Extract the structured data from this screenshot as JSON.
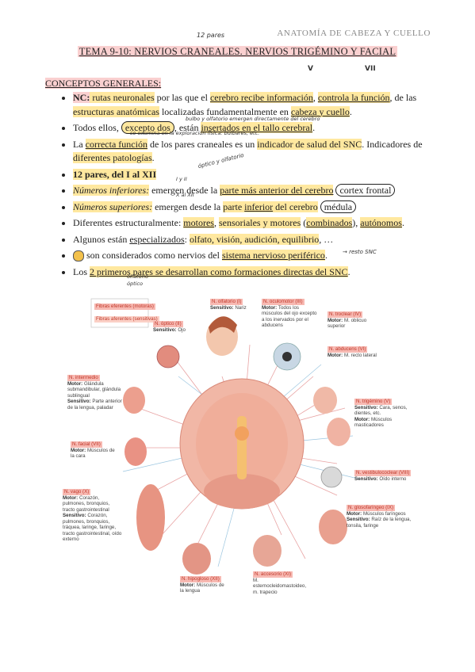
{
  "header": "ANATOMÍA DE CABEZA Y CUELLO",
  "title": "TEMA 9-10: NERVIOS CRANEALES. NERVIOS TRIGÉMINO Y FACIAL",
  "hw_pares": "12 pares",
  "roman_v": "V",
  "roman_vii": "VII",
  "section": "CONCEPTOS GENERALES:",
  "b1": {
    "nc": "NC:",
    "a": " rutas neuronales",
    "b": " por las que el ",
    "c": "cerebro recibe información",
    "d": ", ",
    "e": "controla la función",
    "f": ", de las ",
    "g": "estructuras anatómicas",
    "h": " localizadas fundamentalmente en ",
    "i": "cabeza y cuello",
    "j": "."
  },
  "hw1": "bulbo y olfatorio emergen directamente del cerebro",
  "b2": {
    "a": "Todos ellos, ",
    "b": "excepto dos",
    "c": ", están ",
    "d": "insertados en el tallo cerebral",
    "e": "."
  },
  "hw2": "se examina en la exploración física: bulbares, etc.",
  "b3": {
    "a": "La ",
    "b": "correcta función",
    "c": " de los pares craneales es un ",
    "d": "indicador de salud del SNC",
    "e": ". Indicadores de ",
    "f": "diferentes patologías",
    "g": "."
  },
  "b4": "12 pares, del I al XII",
  "hw4": "óptico y olfatorio",
  "hw4b": "I y II",
  "b5": {
    "a": "Números inferiores:",
    "b": " emergen desde la ",
    "c": "parte más anterior del cerebro",
    "d": "cortex frontal"
  },
  "hw5": "X al XII",
  "b6": {
    "a": "Números superiores:",
    "b": " emergen desde la ",
    "c": "parte ",
    "d": "inferior",
    "e": " del cerebro",
    "f": "médula"
  },
  "b7": {
    "a": "Diferentes estructuralmente: ",
    "b": "motores",
    "c": ", ",
    "d": "sensoriales y motores",
    "e": " (",
    "f": "combinados",
    "g": "), ",
    "h": "autónomos",
    "i": "."
  },
  "b8": {
    "a": "Algunos están ",
    "b": "especializados",
    "c": ": ",
    "d": "olfato, visión, audición, equilibrio",
    "e": ", …"
  },
  "b9": {
    "a": " son considerados como nervios del ",
    "b": "sistema nervioso periférico",
    "c": "."
  },
  "hw9": "resto SNC",
  "b10": {
    "a": "Los ",
    "b": "2 primeros pares se desarrollan como formaciones directas del SNC",
    "c": "."
  },
  "hw10": "olfatorio óptico",
  "diagram": {
    "legend1": "Fibras eferentes (motoras)",
    "legend2": "Fibras aferentes (sensitivas)",
    "olf": {
      "t": "N. olfatorio (I)",
      "s": "Sensitivo:",
      "v": "Nariz"
    },
    "opt": {
      "t": "N. óptico (II)",
      "s": "Sensitivo:",
      "v": "Ojo"
    },
    "ocm": {
      "t": "N. oculomotor (III)",
      "s": "Motor:",
      "v": "Todos los músculos del ojo excepto a los inervados por el abducens"
    },
    "tro": {
      "t": "N. troclear (IV)",
      "s": "Motor:",
      "v": "M. oblicuo superior"
    },
    "abd": {
      "t": "N. abducens (VI)",
      "s": "Motor:",
      "v": "M. recto lateral"
    },
    "tri": {
      "t": "N. trigémino (V)",
      "s": "Sensitivo:",
      "v": "Cara, senos, dientes, etc.",
      "s2": "Motor:",
      "v2": "Músculos masticadores"
    },
    "int": {
      "t": "N. intermedio",
      "s": "Motor:",
      "v": "Glándula submandibular, glándula sublingual",
      "s2": "Sensitivo:",
      "v2": "Parte anterior de la lengua, paladar"
    },
    "fac": {
      "t": "N. facial (VII)",
      "s": "Motor:",
      "v": "Músculos de la cara"
    },
    "vco": {
      "t": "N. vestibulococlear (VIII)",
      "s": "Sensitivo:",
      "v": "Oído interno"
    },
    "vag": {
      "t": "N. vago (X)",
      "s": "Motor:",
      "v": "Corazón, pulmones, bronquios, tracto gastrointestinal",
      "s2": "Sensitivo:",
      "v2": "Corazón, pulmones, bronquios, tráquea, laringe, faringe, tracto gastrointestinal, oído externo"
    },
    "glo": {
      "t": "N. glosofaríngeo (IX)",
      "s": "Motor:",
      "v": "Músculos faríngeos",
      "s2": "Sensitivo:",
      "v2": "Raíz de la lengua, tonsila, faringe"
    },
    "hip": {
      "t": "N. hipogloso (XII)",
      "s": "Motor:",
      "v": "Músculos de la lengua"
    },
    "acc": {
      "t": "N. accesorio (XI)",
      "v": "M. esternocleidomastoideo, m. trapecio"
    }
  }
}
